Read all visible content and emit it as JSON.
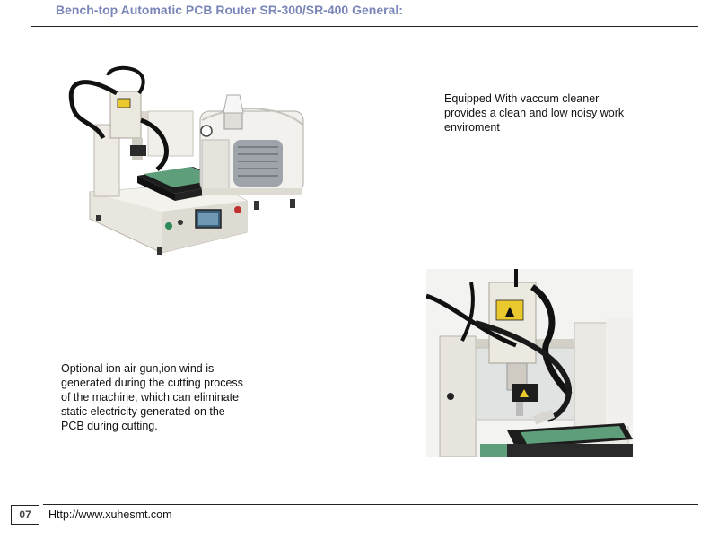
{
  "header": {
    "title": "Bench-top Automatic PCB Router SR-300/SR-400 General:"
  },
  "captions": {
    "vacuum_lines": [
      "Equipped With vaccum cleaner",
      "provides a clean and low noisy work",
      "enviroment"
    ],
    "ion_lines": [
      "Optional ion air gun,ion wind is",
      "generated during the cutting process",
      "of the machine, which can eliminate",
      "static electricity generated on the",
      "PCB during cutting."
    ]
  },
  "footer": {
    "page_number": "07",
    "url": "Http://www.xuhesmt.com"
  },
  "colors": {
    "title": "#7a86b8",
    "machine_body": "#ece9e1",
    "pcb_green": "#5f9e7a",
    "warning_yellow": "#e9c92e"
  }
}
